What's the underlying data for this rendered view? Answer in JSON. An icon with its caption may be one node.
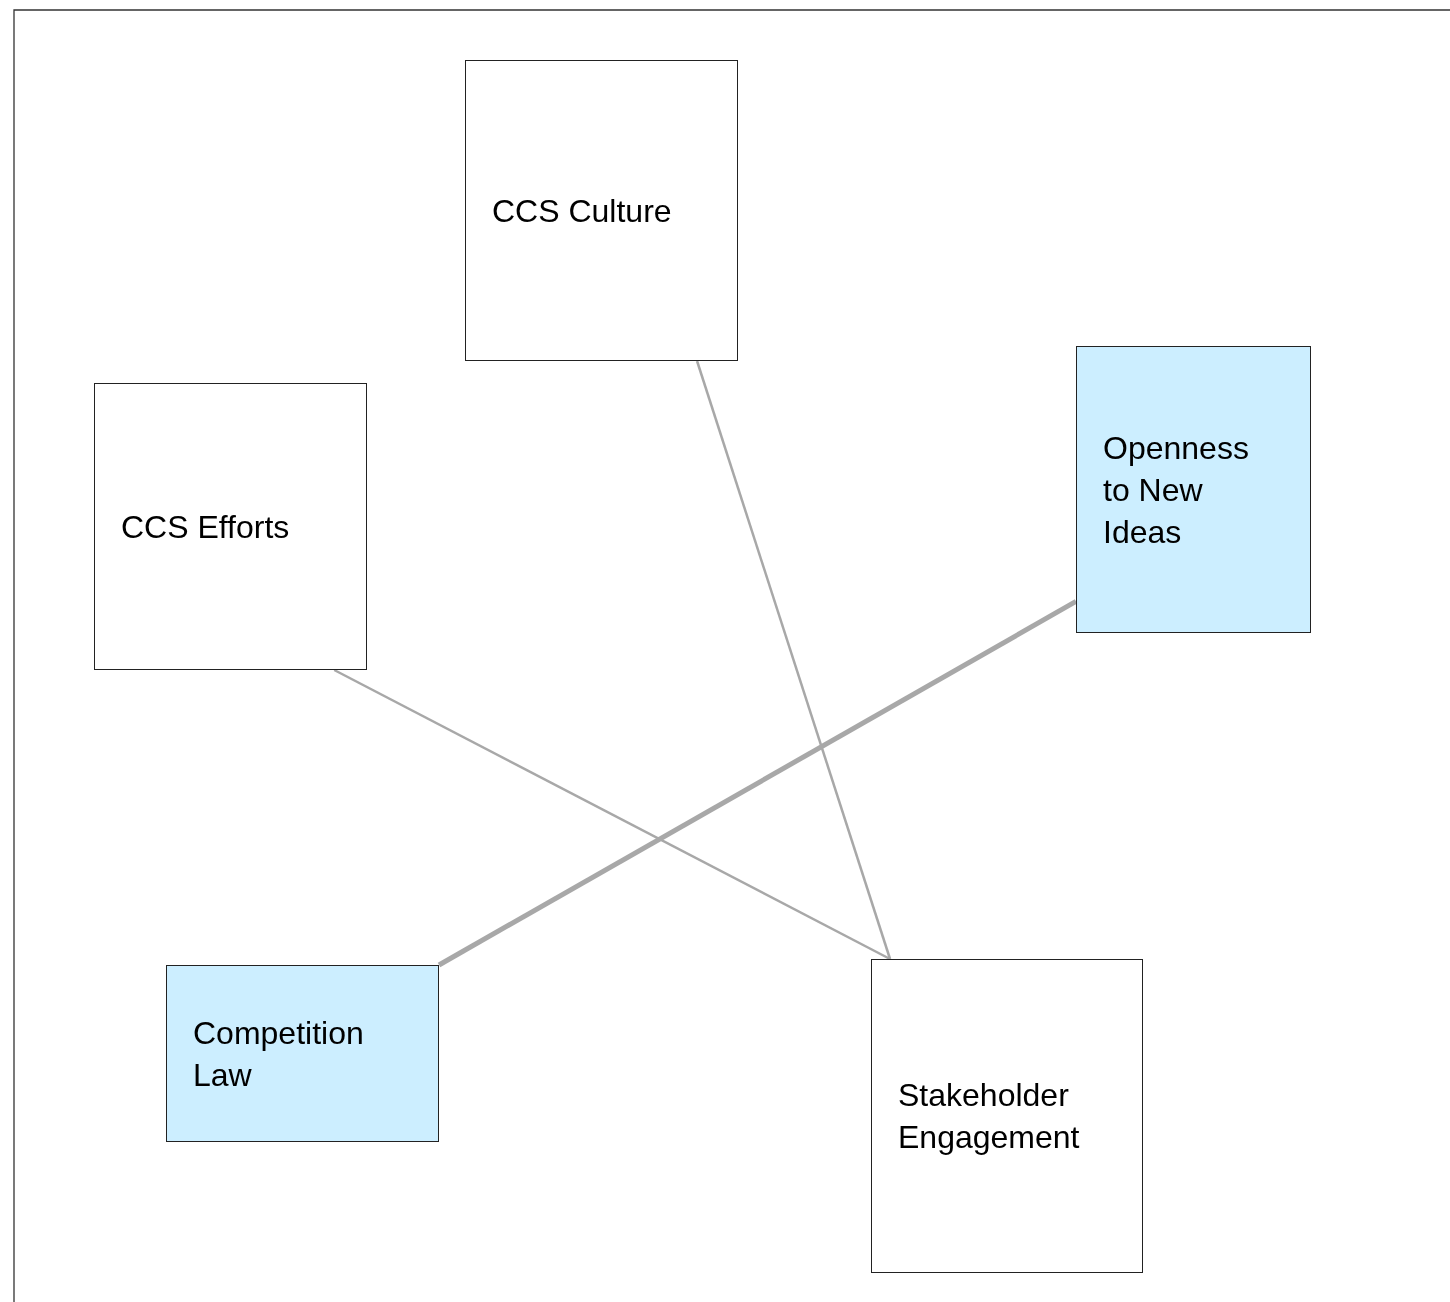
{
  "diagram": {
    "nodes": [
      {
        "text": [
          "CCS Culture"
        ]
      },
      {
        "text": [
          "CCS Efforts"
        ]
      },
      {
        "text": [
          "Openness to New Ideas"
        ]
      },
      {
        "text": [
          "Competition Law"
        ]
      },
      {
        "text": [
          "Stakeholder Engagement"
        ]
      }
    ],
    "edges": [
      {
        "from": 0,
        "to": 4,
        "arrow": "none"
      },
      {
        "from": 1,
        "to": 4,
        "arrow": "none"
      },
      {
        "from": 2,
        "to": 3,
        "arrow": "none",
        "style": "thick"
      }
    ]
  }
}
